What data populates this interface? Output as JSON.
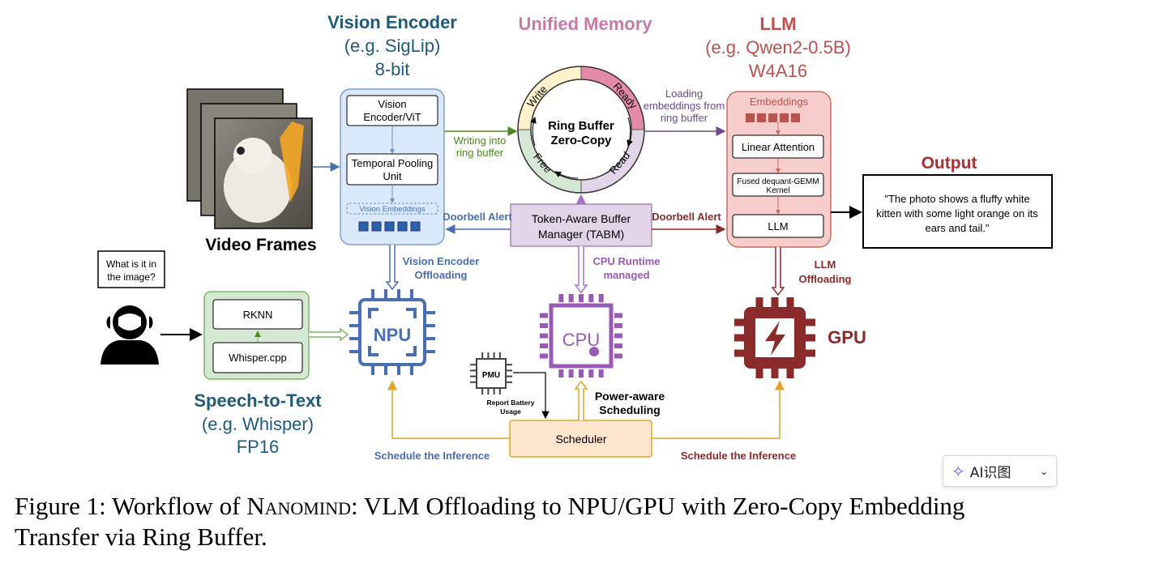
{
  "vision_encoder": {
    "heading": [
      "Vision Encoder",
      "(e.g. SigLip)",
      "8-bit"
    ],
    "blocks": {
      "vit": [
        "Vision",
        "Encoder/ViT"
      ],
      "pooling": [
        "Temporal Pooling",
        "Unit"
      ],
      "embeddings": "Vision Embeddings"
    },
    "color": "#1f5b7a"
  },
  "unified_memory": {
    "heading": "Unified Memory",
    "ring_center": [
      "Ring Buffer",
      "Zero-Copy"
    ],
    "segments": [
      "Write",
      "Ready",
      "Read",
      "Free"
    ],
    "color": "#c97aa8"
  },
  "llm": {
    "heading": [
      "LLM",
      "(e.g. Qwen2-0.5B)",
      "W4A16"
    ],
    "embeddings_label": "Embeddings",
    "blocks": {
      "linear_attention": "Linear Attention",
      "fused": [
        "Fused dequant-GEMM",
        "Kernel"
      ],
      "llm": "LLM"
    },
    "color": "#c0504d"
  },
  "video_frames": {
    "label": "Video Frames"
  },
  "output": {
    "heading": "Output",
    "text": [
      "\"The photo shows a fluffy white",
      "kitten with some light orange on its",
      "ears and tail.\""
    ]
  },
  "arrows": {
    "writing": [
      "Writing into",
      "ring buffer"
    ],
    "loading": [
      "Loading",
      "embeddings from",
      "ring buffer"
    ],
    "doorbell_left": "Doorbell Alert",
    "doorbell_right": "Doorbell Alert",
    "ve_offloading": [
      "Vision Encoder",
      "Offloading"
    ],
    "cpu_runtime": [
      "CPU Runtime",
      "managed"
    ],
    "llm_offloading": [
      "LLM",
      "Offloading"
    ],
    "power_aware": [
      "Power-aware",
      "Scheduling"
    ],
    "report_battery": [
      "Report Battery",
      "Usage"
    ],
    "schedule_left": "Schedule the Inference",
    "schedule_right": "Schedule the Inference"
  },
  "tabm": [
    "Token-Aware Buffer",
    "Manager (TABM)"
  ],
  "scheduler": "Scheduler",
  "user_bubble": [
    "What is it in",
    "the image?"
  ],
  "speech": {
    "heading": [
      "Speech-to-Text",
      "(e.g. Whisper)",
      "FP16"
    ],
    "blocks": [
      "RKNN",
      "Whisper.cpp"
    ]
  },
  "chips": {
    "npu": "NPU",
    "cpu": "CPU",
    "gpu": "GPU",
    "pmu": "PMU"
  },
  "caption": {
    "prefix": "Figure 1: Workflow of ",
    "name": "Nanomind",
    "line1_rest": ": VLM Offloading to NPU/GPU with Zero-Copy Embedding",
    "line2": "Transfer via Ring Buffer."
  },
  "ai_button": {
    "label": "AI识图",
    "icon": "sparkle-icon"
  },
  "colors": {
    "blue": "#4a6fb0",
    "green": "#4d8a1e",
    "purple": "#9b59b6",
    "dark_red": "#8b2a2a",
    "orange": "#e0a526"
  }
}
